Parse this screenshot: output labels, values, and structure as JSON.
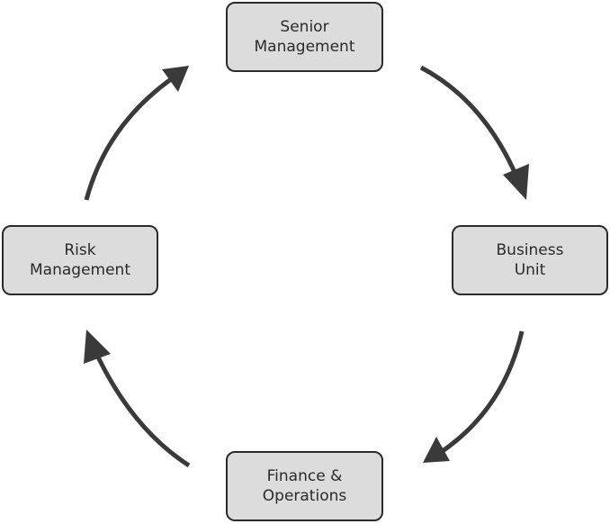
{
  "diagram": {
    "type": "cycle",
    "direction": "clockwise",
    "nodes": {
      "top": {
        "line1": "Senior",
        "line2": "Management"
      },
      "right": {
        "line1": "Business",
        "line2": "Unit"
      },
      "bottom": {
        "line1": "Finance &",
        "line2": "Operations"
      },
      "left": {
        "line1": "Risk",
        "line2": "Management"
      }
    },
    "edges": [
      {
        "from": "Senior Management",
        "to": "Business Unit"
      },
      {
        "from": "Business Unit",
        "to": "Finance & Operations"
      },
      {
        "from": "Finance & Operations",
        "to": "Risk Management"
      },
      {
        "from": "Risk Management",
        "to": "Senior Management"
      }
    ],
    "colors": {
      "node_fill": "#dcdcdc",
      "node_border": "#2b2b2b",
      "arrow": "#3a3a3a",
      "text": "#2a2a2a"
    }
  }
}
